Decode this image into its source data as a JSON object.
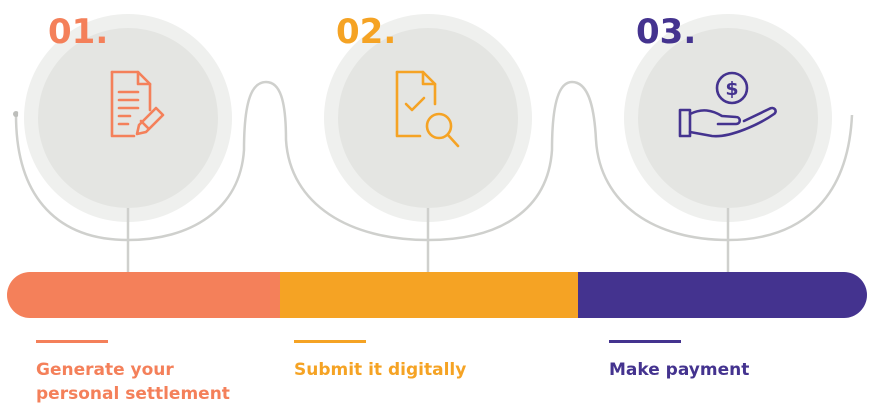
{
  "colors": {
    "step1": "#F4805A",
    "step2": "#F5A324",
    "step3": "#44338F",
    "circle_outer": "#EDEEEC",
    "circle_inner": "#E3E4E1",
    "connector": "#CFD0CD"
  },
  "steps": [
    {
      "number": "01.",
      "icon": "document-edit-icon",
      "label": "Generate your\npersonal settlement"
    },
    {
      "number": "02.",
      "icon": "document-search-icon",
      "label": "Submit it digitally"
    },
    {
      "number": "03.",
      "icon": "hand-coin-icon",
      "label": "Make payment"
    }
  ]
}
